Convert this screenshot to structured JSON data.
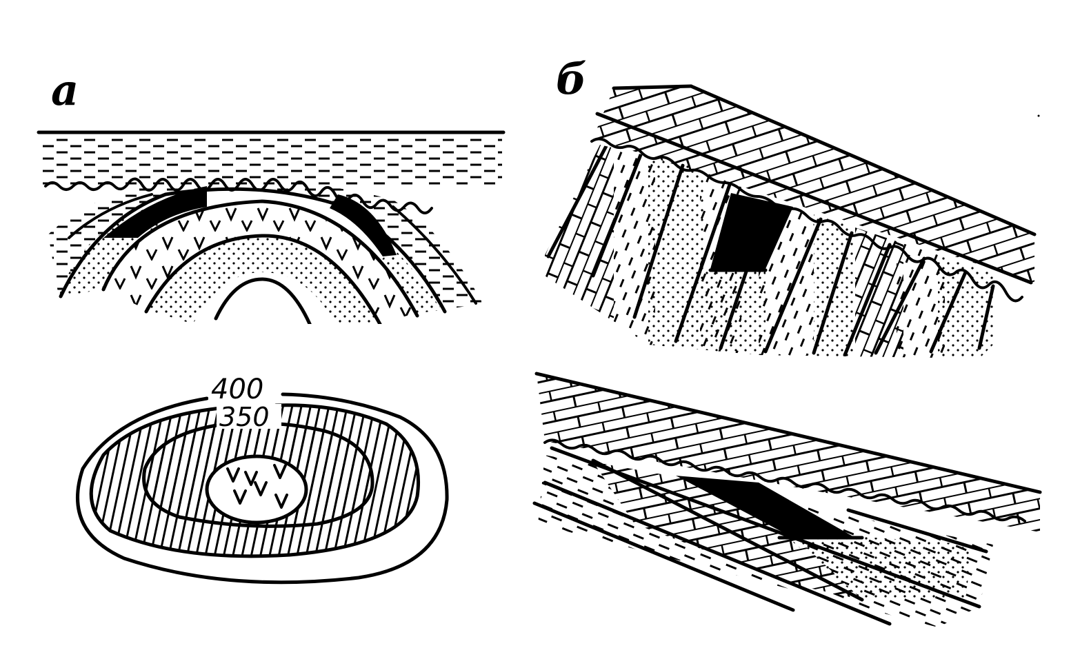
{
  "panels": {
    "a": {
      "label": "а"
    },
    "b": {
      "label": "б"
    }
  },
  "contours": {
    "outer": "400",
    "inner": "350"
  },
  "colors": {
    "ink": "#000000",
    "paper": "#ffffff"
  }
}
